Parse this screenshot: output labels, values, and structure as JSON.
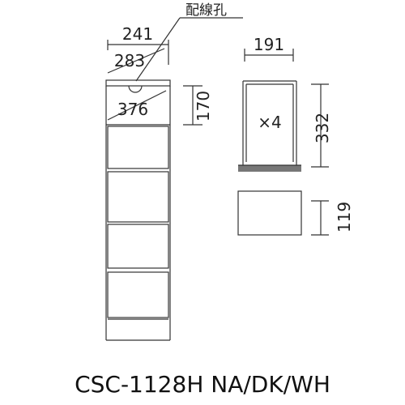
{
  "labels": {
    "cable_hole": "配線孔",
    "quantity": "×4",
    "model": "CSC-1128H NA/DK/WH"
  },
  "dimensions": {
    "top_width": "241",
    "top_depth": "283",
    "inner_depth": "376",
    "open_shelf_height": "170",
    "drawer_width": "191",
    "drawer_depth": "332",
    "drawer_height": "119"
  }
}
